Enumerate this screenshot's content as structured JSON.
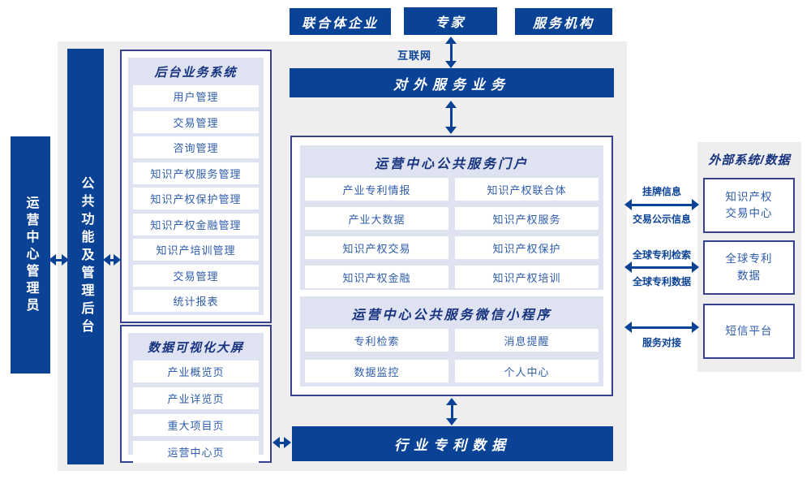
{
  "colors": {
    "primary_blue": "#0a4296",
    "navy_border": "#35418f",
    "title_navy": "#17327f",
    "item_text_blue": "#2e5cab",
    "panel_bg": "#dfe3f1",
    "canvas_gray": "#eeeeee"
  },
  "top_actors": {
    "items": [
      "联合体企业",
      "专家",
      "服务机构"
    ]
  },
  "internet_label": "互联网",
  "external_service_banner": "对外服务业务",
  "left_rail": {
    "admin": "运营中心管理员",
    "backend_bar": "公共功能及管理后台"
  },
  "backend_system": {
    "title": "后台业务系统",
    "items": [
      "用户管理",
      "交易管理",
      "咨询管理",
      "知识产权服务管理",
      "知识产权保护管理",
      "知识产权金融管理",
      "知识产培训管理",
      "交易管理",
      "统计报表"
    ]
  },
  "dashboard": {
    "title": "数据可视化大屏",
    "items": [
      "产业概览页",
      "产业详览页",
      "重大项目页",
      "运营中心页"
    ]
  },
  "portal": {
    "title": "运营中心公共服务门户",
    "items": [
      "产业专利情报",
      "知识产权联合体",
      "产业大数据",
      "知识产权服务",
      "知识产权交易",
      "知识产权保护",
      "知识产权金融",
      "知识产权培训"
    ]
  },
  "miniprogram": {
    "title": "运营中心公共服务微信小程序",
    "items": [
      "专利检索",
      "消息提醒",
      "数据监控",
      "个人中心"
    ]
  },
  "industry_data_banner": "行业专利数据",
  "external_systems": {
    "title": "外部系统/数据",
    "boxes": [
      "知识产权\n交易中心",
      "全球专利\n数据",
      "短信平台"
    ]
  },
  "links": [
    {
      "label_top": "挂牌信息",
      "label_bottom": "交易公示信息"
    },
    {
      "label_top": "全球专利检索",
      "label_bottom": "全球专利数据"
    },
    {
      "label_bottom": "服务对接"
    }
  ]
}
